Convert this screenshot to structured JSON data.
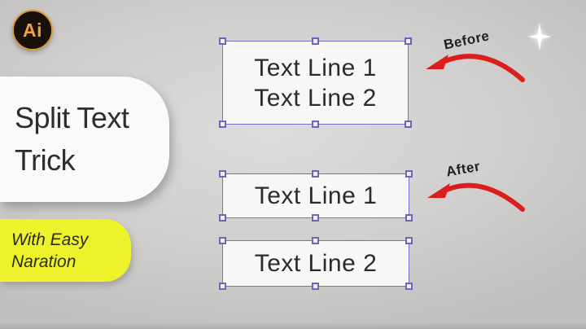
{
  "logo": {
    "text": "Ai"
  },
  "title_panel": {
    "line1": "Split Text",
    "line2": "Trick"
  },
  "badge": {
    "line1": "With Easy",
    "line2": "Naration"
  },
  "canvas": {
    "boxes": [
      {
        "lines": [
          "Text Line 1",
          "Text Line 2"
        ]
      },
      {
        "lines": [
          "Text Line 1"
        ]
      },
      {
        "lines": [
          "Text Line 2"
        ]
      }
    ]
  },
  "annotations": {
    "before_label": "Before",
    "after_label": "After"
  },
  "colors": {
    "arrow_red": "#da1e1e",
    "selection_purple": "#7570c4",
    "badge_yellow": "#edf22b",
    "logo_orange": "#f2a23b",
    "logo_ring_gold": "#d89a3e",
    "logo_bg": "#17110a",
    "box_fill": "#f8f7f5",
    "text_dark": "#2b2b2b",
    "background_gray": "#cdccca",
    "sparkle_white": "#ffffff"
  }
}
